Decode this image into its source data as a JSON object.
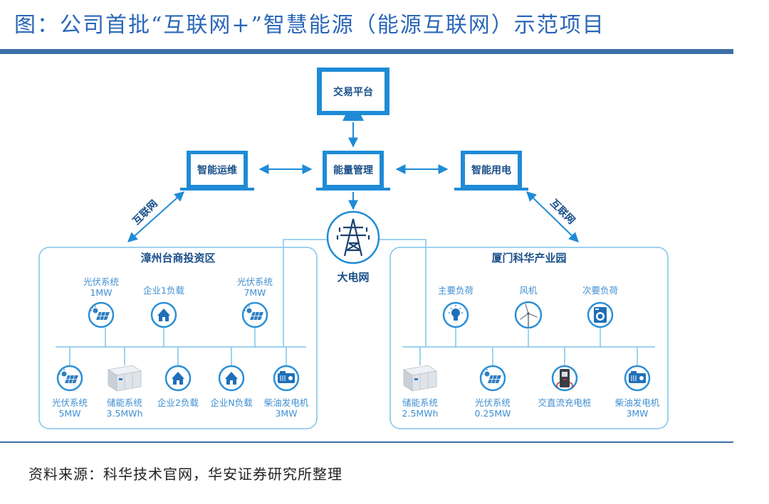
{
  "title": "图：公司首批“互联网+”智慧能源（能源互联网）示范项目",
  "source": "资料来源：科华技术官网，华安证券研究所整理",
  "colors": {
    "accent": "#1f8bd6",
    "region_border": "#7ec4ea",
    "title_blue": "#2a66b8",
    "bar": "#3d6fa8"
  },
  "top": {
    "trading": "交易平台",
    "energy_mgmt": "能量管理",
    "smart_ops": "智能运维",
    "smart_use": "智能用电",
    "grid": "大电网",
    "internet_left": "互联网",
    "internet_right": "互联网"
  },
  "left_region": {
    "title": "漳州台商投资区",
    "upper": [
      {
        "label": "光伏系统",
        "value": "1MW",
        "icon": "solar-panel-icon"
      },
      {
        "label": "企业1负载",
        "value": "",
        "icon": "house-icon"
      },
      {
        "label": "光伏系统",
        "value": "7MW",
        "icon": "solar-panel-icon"
      }
    ],
    "lower": [
      {
        "label": "光伏系统",
        "value": "5MW",
        "icon": "solar-panel-icon"
      },
      {
        "label": "储能系统",
        "value": "3.5MWh",
        "icon": "battery-storage-icon"
      },
      {
        "label": "企业2负载",
        "value": "",
        "icon": "house-icon"
      },
      {
        "label": "企业N负载",
        "value": "",
        "icon": "house-icon"
      },
      {
        "label": "柴油发电机",
        "value": "3MW",
        "icon": "diesel-generator-icon"
      }
    ]
  },
  "right_region": {
    "title": "厦门科华产业园",
    "upper": [
      {
        "label": "主要负荷",
        "value": "",
        "icon": "lightbulb-icon"
      },
      {
        "label": "风机",
        "value": "",
        "icon": "wind-turbine-icon"
      },
      {
        "label": "次要负荷",
        "value": "",
        "icon": "washing-machine-icon"
      }
    ],
    "lower": [
      {
        "label": "储能系统",
        "value": "2.5MWh",
        "icon": "battery-storage-icon"
      },
      {
        "label": "光伏系统",
        "value": "0.25MW",
        "icon": "solar-panel-icon"
      },
      {
        "label": "交直流充电桩",
        "value": "",
        "icon": "charging-pile-icon"
      },
      {
        "label": "柴油发电机",
        "value": "3MW",
        "icon": "diesel-generator-icon"
      }
    ]
  }
}
